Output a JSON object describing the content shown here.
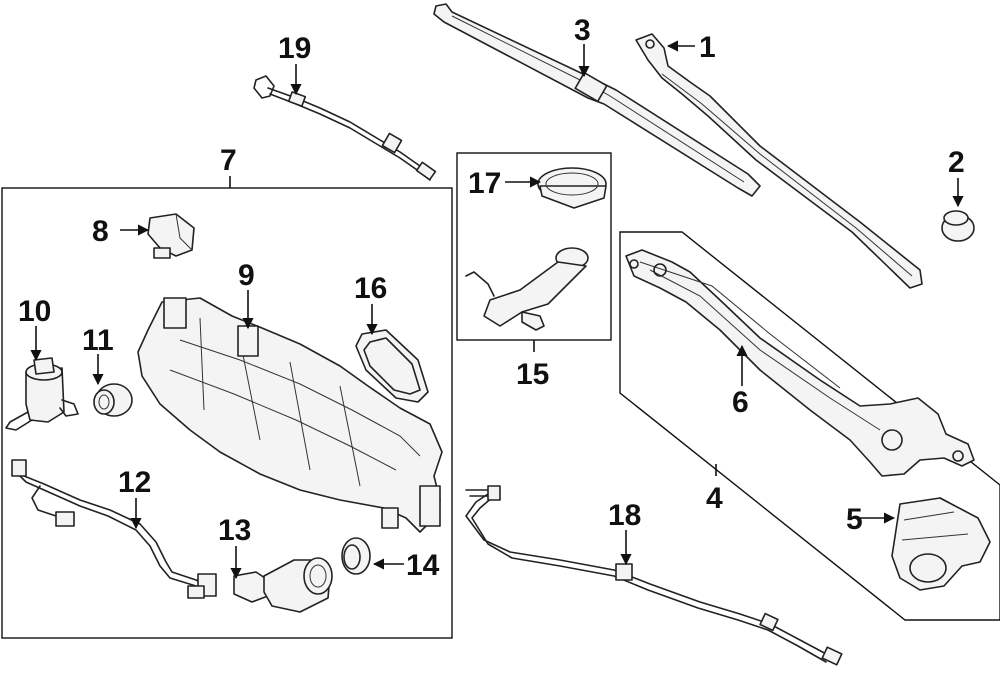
{
  "callouts": {
    "c1": "1",
    "c2": "2",
    "c3": "3",
    "c4": "4",
    "c5": "5",
    "c6": "6",
    "c7": "7",
    "c8": "8",
    "c9": "9",
    "c10": "10",
    "c11": "11",
    "c12": "12",
    "c13": "13",
    "c14": "14",
    "c15": "15",
    "c16": "16",
    "c17": "17",
    "c18": "18",
    "c19": "19"
  },
  "colors": {
    "line": "#222222",
    "background": "#ffffff",
    "label": "#111111"
  }
}
